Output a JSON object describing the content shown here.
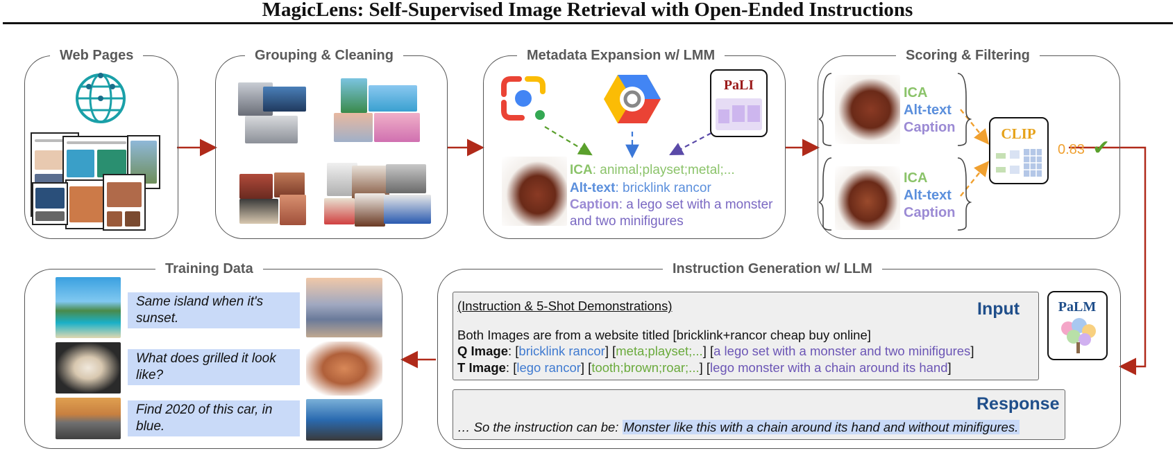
{
  "title": "MagicLens: Self-Supervised Image Retrieval with Open-Ended Instructions",
  "panels": {
    "web_pages": "Web Pages",
    "grouping": "Grouping & Cleaning",
    "metadata": "Metadata Expansion w/ LMM",
    "scoring": "Scoring & Filtering",
    "training": "Training Data",
    "instruction": "Instruction Generation w/ LLM"
  },
  "metadata": {
    "pali_logo": "PaLI",
    "ica_label": "ICA",
    "ica_value": ": animal;playset;metal;...",
    "alt_label": "Alt-text",
    "alt_value": ": bricklink rancor",
    "cap_label": "Caption",
    "cap_value": ": a lego set with a monster",
    "cap_value_2": "and two minifigures"
  },
  "scoring": {
    "top": {
      "ica": "ICA",
      "alt": "Alt-text",
      "cap": "Caption"
    },
    "bottom": {
      "ica": "ICA",
      "alt": "Alt-text",
      "cap": "Caption"
    },
    "clip_logo": "CLIP",
    "score": "0.83",
    "check": "✔"
  },
  "instruction": {
    "header": "(Instruction & 5-Shot Demonstrations)",
    "input_label": "Input",
    "website_line": "Both Images are from a website titled [bricklink+rancor cheap buy online]",
    "q_label": "Q Image",
    "q_sep": ": [",
    "q_alt": "bricklink rancor",
    "q_ica": "meta;playset;...",
    "q_cap": "a lego set with a monster and two minifigures",
    "t_label": "T Image",
    "t_sep": ": [",
    "t_alt": "lego rancor",
    "t_ica": "tooth;brown;roar;...",
    "t_cap": "lego monster with a chain around its hand",
    "response_label": "Response",
    "response_prefix": "… So the instruction can be: ",
    "response_text": "Monster like this with a chain around its hand and without minifigures.",
    "palm_logo": "PaLM"
  },
  "training": {
    "rows": [
      {
        "instruction": "Same island when it's sunset."
      },
      {
        "instruction": "What does grilled it look like?"
      },
      {
        "instruction": "Find 2020 of this car, in blue."
      }
    ]
  },
  "colors": {
    "arrow": "#b02a1a",
    "ica": "#8bc36a",
    "alt": "#5b8fdc",
    "caption": "#9b8ad4",
    "score": "#f0a030",
    "check": "#5aa02c",
    "instruction_bg": "#c9daf8"
  }
}
